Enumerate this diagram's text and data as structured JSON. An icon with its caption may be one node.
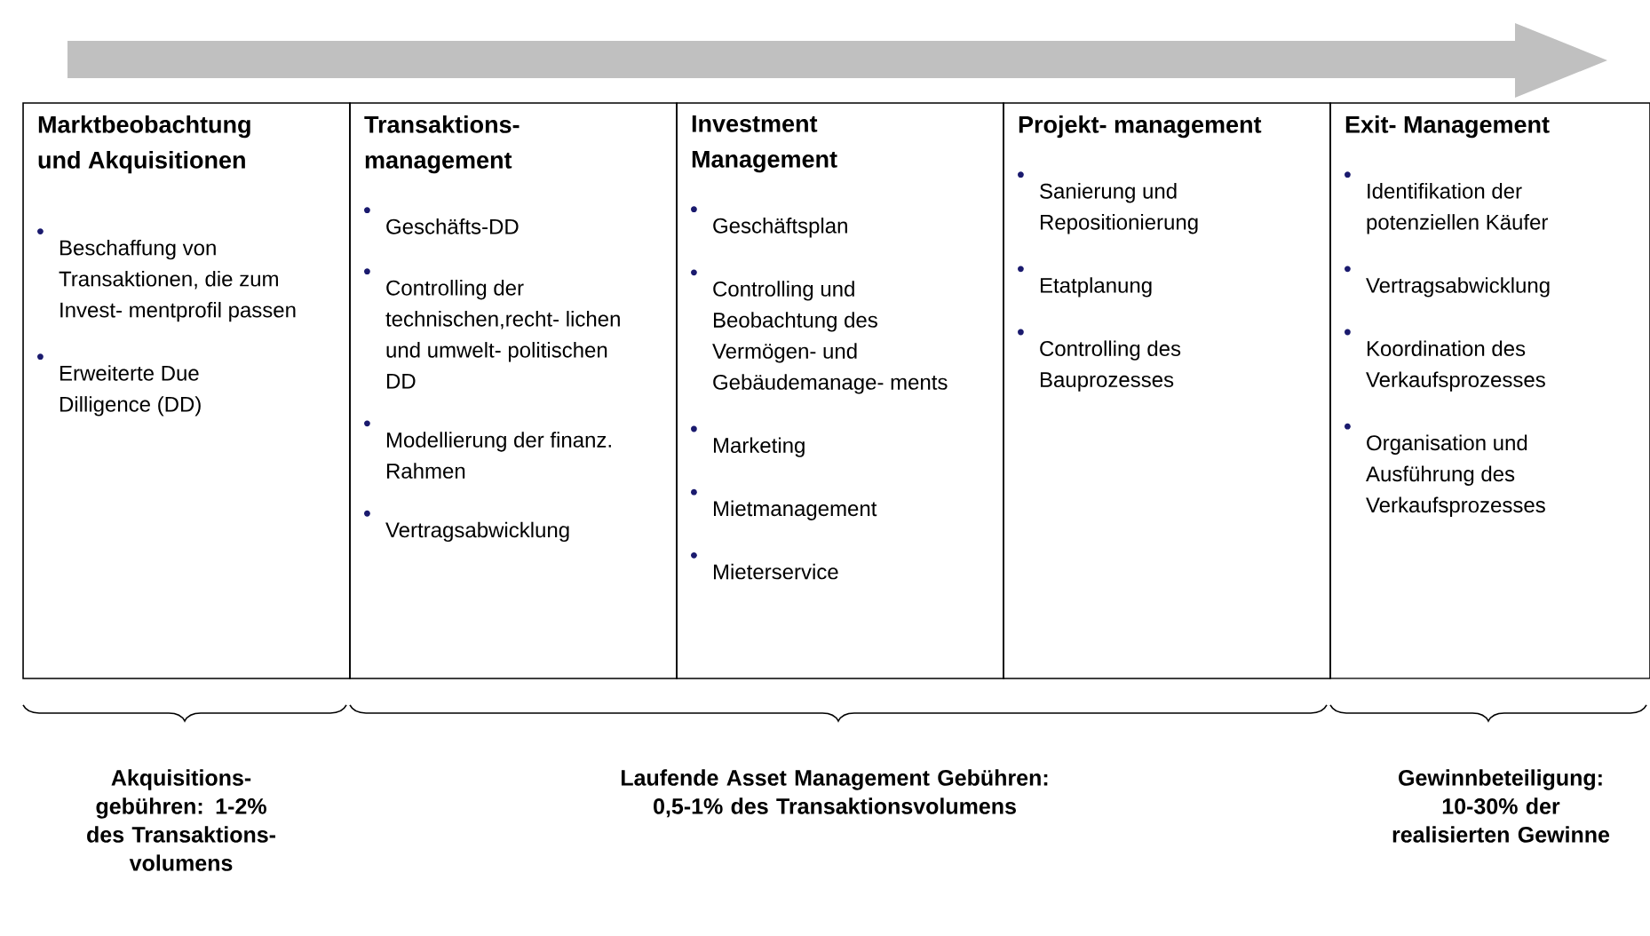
{
  "diagram": {
    "nodes": [
      {
        "text": [
          "Marktbeobachtung und Akquisitionen",
          "Beschaffung von Transaktionen, die zum Invest- mentprofil passen",
          "Erweiterte Due Dilligence (DD)"
        ]
      },
      {
        "text": [
          "Transaktions- management",
          "Geschäfts-DD",
          "Controlling der technischen,recht- lichen und umwelt- politischen DD",
          "Modellierung der finanz. Rahmen",
          "Vertragsabwicklung"
        ]
      },
      {
        "text": [
          "Investment Management",
          "Geschäftsplan",
          "Controlling und Beobachtung des Vermögen- und Gebäudemanage- ments",
          "Marketing",
          "Mietmanagement",
          "Mieterservice"
        ]
      },
      {
        "text": [
          "Projekt- management",
          "Sanierung und Repositionierung",
          "Etatplanung",
          "Controlling des Bauprozesses"
        ]
      },
      {
        "text": [
          "Exit- Management",
          "Identifikation der potenziellen Käufer",
          "Vertragsabwicklung",
          "Koordination des Verkaufsprozesses",
          "Organisation und Ausführung des Verkaufsprozesses"
        ]
      }
    ],
    "labels": [
      "Akquisitions- gebühren: 1-2% des Transaktions- volumens",
      "Laufende Asset Management Gebühren: 0,5-1% des Transaktionsvolumens",
      "Gewinnbeteiligung: 10-30% der realisierten Gewinne"
    ]
  }
}
